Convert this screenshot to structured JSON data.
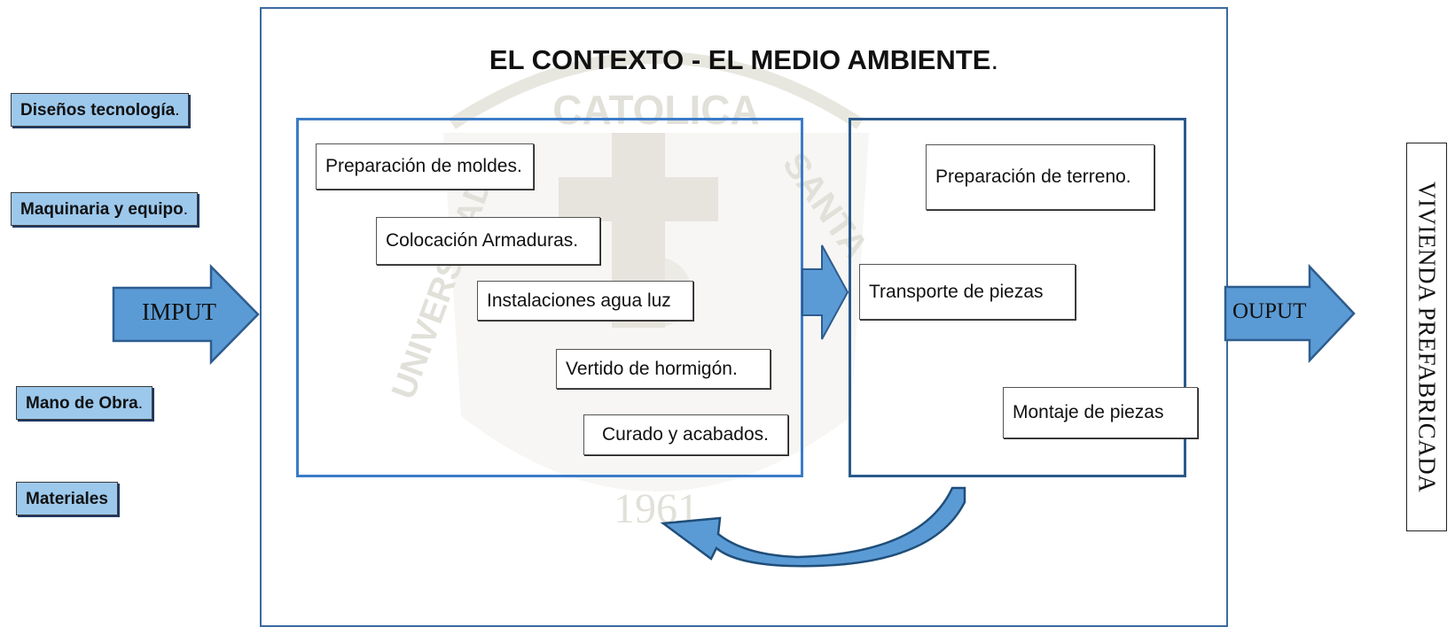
{
  "context": {
    "title": "EL CONTEXTO - EL MEDIO AMBIENTE",
    "title_dot": "."
  },
  "inputs": [
    {
      "label": "Diseños tecnología",
      "dot": "."
    },
    {
      "label": "Maquinaria y equipo",
      "dot": "."
    },
    {
      "label": "Mano de Obra",
      "dot": "."
    },
    {
      "label": "Materiales",
      "dot": ""
    }
  ],
  "input_arrow": {
    "label": "IMPUT"
  },
  "fabrication_steps": [
    "Preparación de moldes.",
    "Colocación Armaduras.",
    "Instalaciones agua luz",
    "Vertido de hormigón.",
    "Curado y acabados."
  ],
  "site_steps": [
    "Preparación de terreno.",
    "Transporte de piezas",
    "Montaje de piezas"
  ],
  "output_arrow": {
    "label": "OUPUT"
  },
  "result": {
    "label": "VIVIENDA PREFABRICADA"
  },
  "seal": {
    "year": "1961",
    "text_top": "CATOLICA",
    "text_right": "SANTA",
    "text_left": "UNIVERSIDAD"
  },
  "colors": {
    "input_fill": "#9cc8ec",
    "arrow_fill": "#5b9bd5",
    "arrow_stroke": "#2e5c8e",
    "context_border": "#3b6aa0"
  }
}
